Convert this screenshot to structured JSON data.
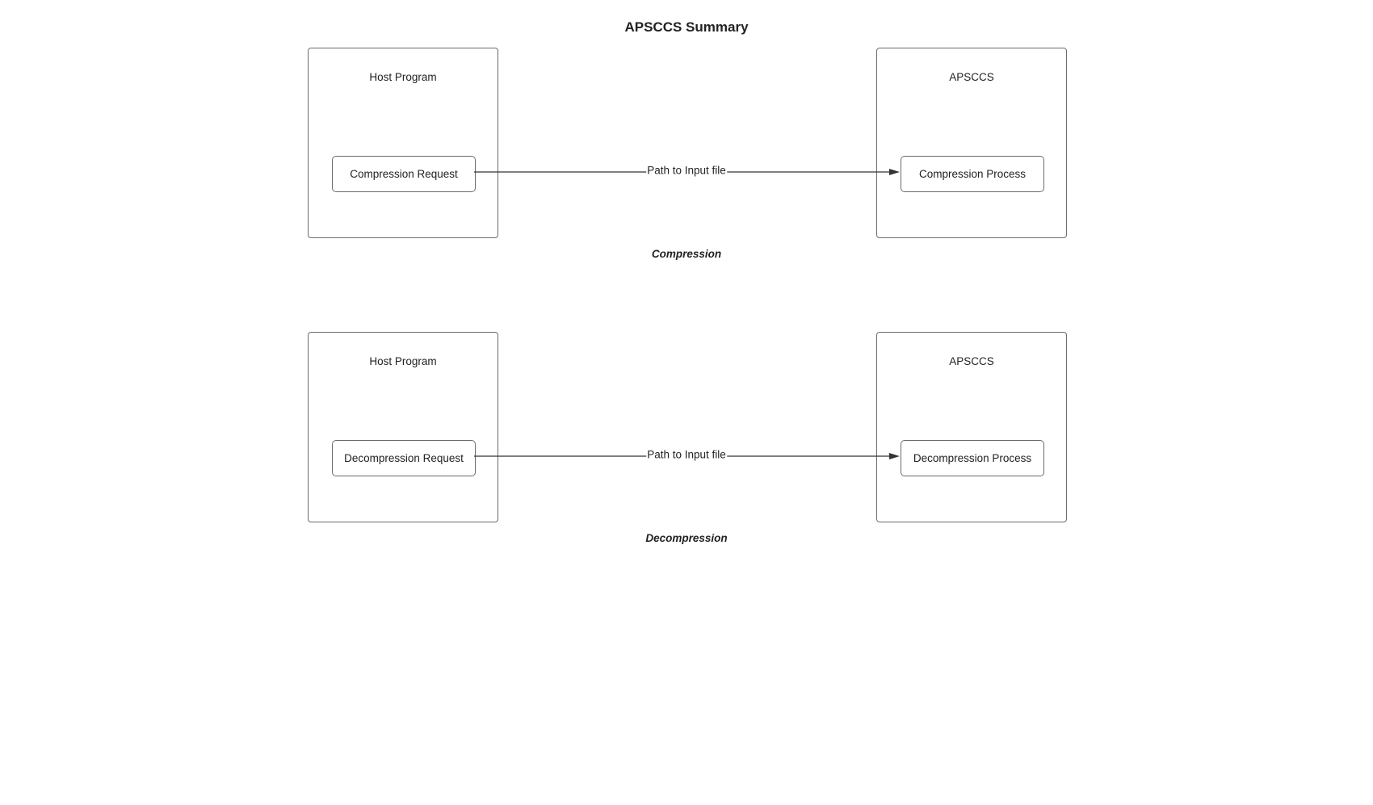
{
  "diagram": {
    "title": "APSCCS Summary",
    "sections": [
      {
        "caption": "Compression",
        "source_panel": {
          "label": "Host Program",
          "node": "Compression Request"
        },
        "target_panel": {
          "label": "APSCCS",
          "node": "Compression Process"
        },
        "edge_label": "Path to Input file"
      },
      {
        "caption": "Decompression",
        "source_panel": {
          "label": "Host Program",
          "node": "Decompression Request"
        },
        "target_panel": {
          "label": "APSCCS",
          "node": "Decompression Process"
        },
        "edge_label": "Path to Input file"
      }
    ]
  },
  "colors": {
    "stroke": "#6b6b6b",
    "arrow": "#333333",
    "text": "#222222"
  }
}
